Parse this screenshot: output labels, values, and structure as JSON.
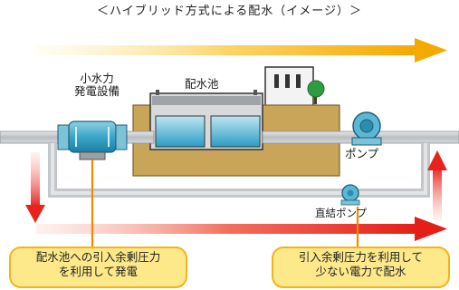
{
  "title": "＜ハイブリッド方式による配水（イメージ）＞",
  "labels": {
    "turbine_line1": "小水力",
    "turbine_line2": "発電設備",
    "reservoir": "配水池",
    "pump": "ポンプ",
    "booster_pump": "直結ポンプ"
  },
  "callouts": {
    "left_line1": "配水池への引入余剰圧力",
    "left_line2": "を利用して発電",
    "right_line1": "引入余剰圧力を利用して",
    "right_line2": "少ない電力で配水"
  },
  "colors": {
    "arrow_top": "#f4b400",
    "arrow_bottom": "#e8231e",
    "reservoir_body": "#c9a55a",
    "water": "#3aa6c9",
    "pipe": "#c8ccd0",
    "callout_fill": "#fde98a",
    "callout_border": "#f2b41d"
  }
}
